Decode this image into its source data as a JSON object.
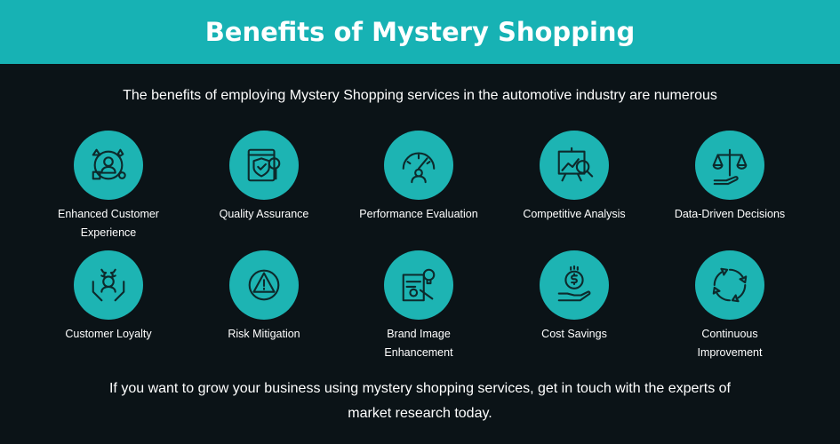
{
  "header": {
    "title": "Benefits of Mystery Shopping"
  },
  "subtitle": "The benefits of employing Mystery Shopping services in the automotive industry are numerous",
  "colors": {
    "accent": "#17b2b4",
    "circle": "#1db4b3",
    "background": "#0b1317"
  },
  "benefits": [
    {
      "label": "Enhanced Customer Experience",
      "icon": "customer-experience-icon"
    },
    {
      "label": "Quality Assurance",
      "icon": "quality-shield-icon"
    },
    {
      "label": "Performance Evaluation",
      "icon": "performance-gauge-icon"
    },
    {
      "label": "Competitive Analysis",
      "icon": "analysis-chart-icon"
    },
    {
      "label": "Data-Driven Decisions",
      "icon": "balance-scale-icon"
    },
    {
      "label": "Customer Loyalty",
      "icon": "loyalty-hands-icon"
    },
    {
      "label": "Risk Mitigation",
      "icon": "risk-warning-icon"
    },
    {
      "label": "Brand Image Enhancement",
      "icon": "brand-idea-icon"
    },
    {
      "label": "Cost Savings",
      "icon": "cost-savings-icon"
    },
    {
      "label": "Continuous Improvement",
      "icon": "cycle-arrows-icon"
    }
  ],
  "footer": "If you want to grow your business using mystery shopping services, get in touch with the experts of market research today."
}
